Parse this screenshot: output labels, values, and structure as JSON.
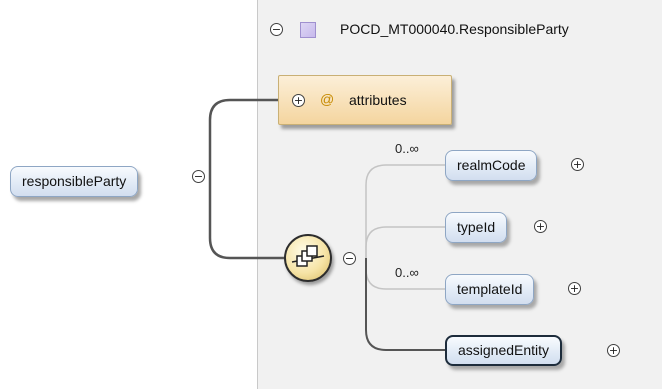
{
  "root_element": {
    "name": "responsibleParty"
  },
  "complex_type": {
    "name": "POCD_MT000040.ResponsibleParty"
  },
  "attributes_group": {
    "at_symbol": "@",
    "label": "attributes"
  },
  "sequence": {
    "icon": "sequence-compositor-icon",
    "children": [
      {
        "name": "realmCode",
        "cardinality": "0..∞",
        "optional": true,
        "bold": false
      },
      {
        "name": "typeId",
        "cardinality": "",
        "optional": true,
        "bold": false
      },
      {
        "name": "templateId",
        "cardinality": "0..∞",
        "optional": true,
        "bold": false
      },
      {
        "name": "assignedEntity",
        "cardinality": "",
        "optional": false,
        "bold": true
      }
    ]
  },
  "glyphs": {
    "collapse": "−",
    "expand": "+"
  },
  "colors": {
    "panel": "#f1f1f1",
    "element_fill": "#dfe9f5",
    "element_border": "#8ea6c4",
    "attribute_fill": "#f4d59f",
    "compositor_fill": "#f6e4a7",
    "connector": "#555555",
    "optional_connector": "#c4c4c4",
    "type_icon": "#c7b9ec"
  }
}
